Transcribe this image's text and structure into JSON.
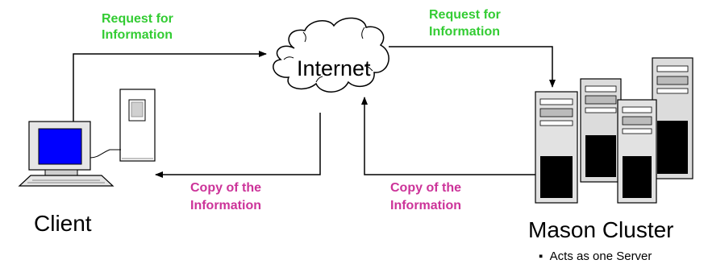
{
  "labels": {
    "request_left": [
      "Request for",
      "Information"
    ],
    "request_right": [
      "Request for",
      "Information"
    ],
    "copy_left": [
      "Copy of the",
      "Information"
    ],
    "copy_right": [
      "Copy of the",
      "Information"
    ],
    "internet": "Internet",
    "client": "Client",
    "cluster": "Mason Cluster",
    "cluster_note": "Acts as one Server"
  },
  "colors": {
    "request_text": "#33cc33",
    "copy_text": "#cc3399",
    "monitor_screen": "#0000ff",
    "arrows": "#000000"
  },
  "icons": [
    "cloud-icon",
    "computer-icon",
    "server-cluster-icon"
  ]
}
